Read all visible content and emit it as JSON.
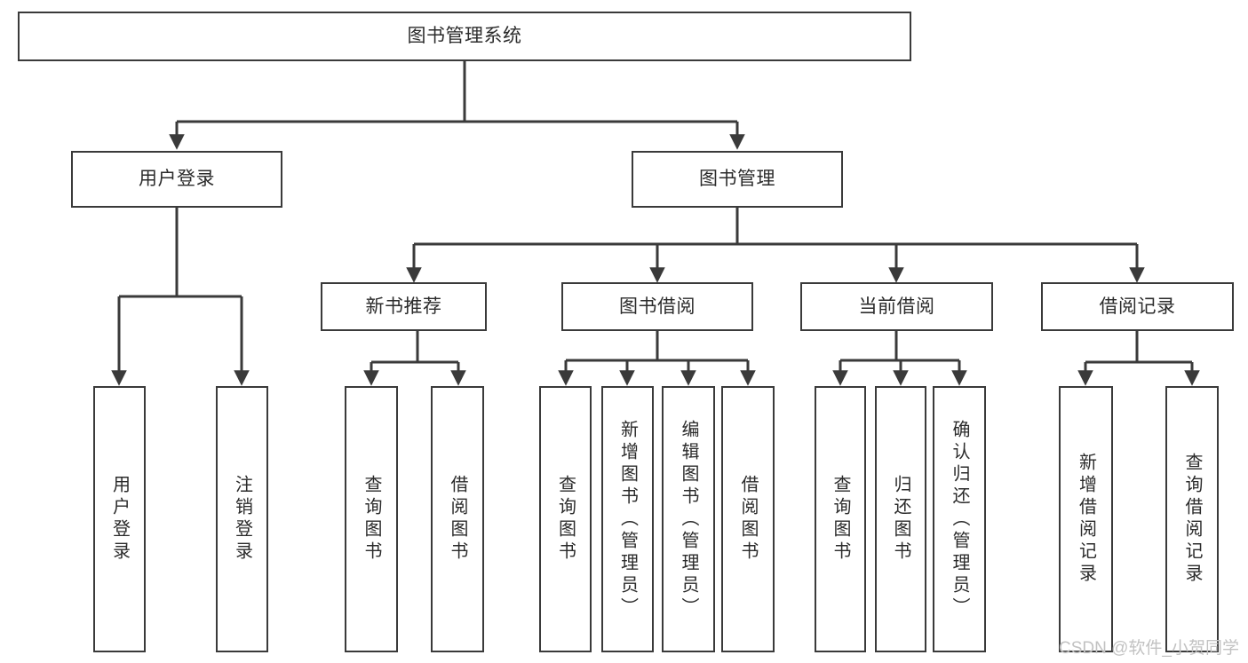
{
  "diagram": {
    "title": "图书管理系统",
    "type": "tree-hierarchy-chart",
    "edge_color": "#3a3a3a",
    "box_border_color": "#3a3a3a",
    "text_color": "#2b2b2b",
    "background": "#ffffff"
  },
  "nodes": {
    "root": {
      "label": "图书管理系统",
      "level": 0
    },
    "user_login": {
      "label": "用户登录",
      "level": 1
    },
    "book_manage": {
      "label": "图书管理",
      "level": 1
    },
    "new_book_rec": {
      "label": "新书推荐",
      "level": 2
    },
    "book_borrow": {
      "label": "图书借阅",
      "level": 2
    },
    "current_borrow": {
      "label": "当前借阅",
      "level": 2
    },
    "borrow_record": {
      "label": "借阅记录",
      "level": 2
    },
    "leaf_user_login": {
      "label": "用户登录",
      "level": 3
    },
    "leaf_logout": {
      "label": "注销登录",
      "level": 3
    },
    "leaf_query_book_1": {
      "label": "查询图书",
      "level": 3
    },
    "leaf_borrow_book_1": {
      "label": "借阅图书",
      "level": 3
    },
    "leaf_query_book_2": {
      "label": "查询图书",
      "level": 3
    },
    "leaf_add_book": {
      "label": "新增图书（管理员）",
      "level": 3
    },
    "leaf_edit_book": {
      "label": "编辑图书（管理员）",
      "level": 3
    },
    "leaf_borrow_book_2": {
      "label": "借阅图书",
      "level": 3
    },
    "leaf_query_book_3": {
      "label": "查询图书",
      "level": 3
    },
    "leaf_return_book": {
      "label": "归还图书",
      "level": 3
    },
    "leaf_confirm_return": {
      "label": "确认归还（管理员）",
      "level": 3
    },
    "leaf_add_record": {
      "label": "新增借阅记录",
      "level": 3
    },
    "leaf_query_record": {
      "label": "查询借阅记录",
      "level": 3
    }
  },
  "watermark": {
    "text": "CSDN @软件_小贺同学"
  }
}
